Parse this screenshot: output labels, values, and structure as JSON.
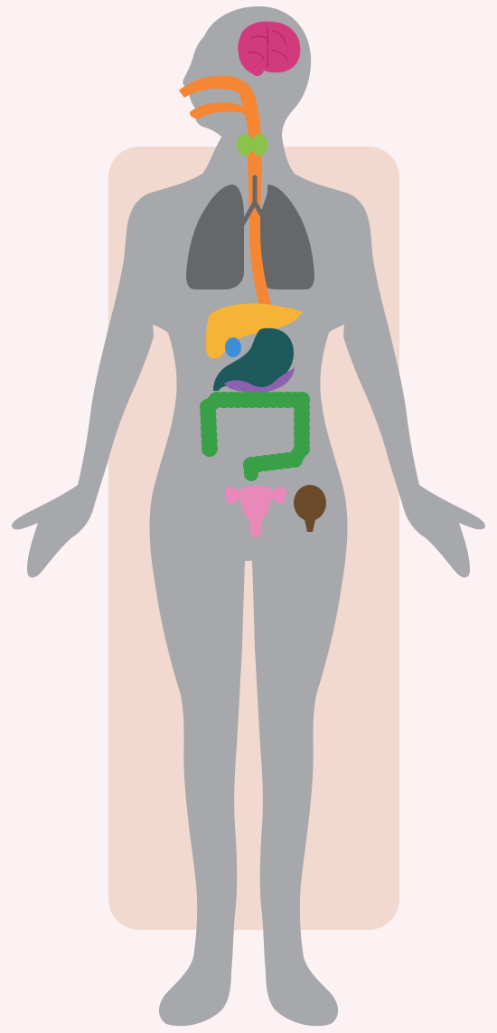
{
  "figure": {
    "labels": []
  },
  "colors": {
    "page_background": "#fcf2f4",
    "background_panel": "#f1d9cf",
    "body_silhouette": "#a7a8ab",
    "brain": "#d23a7e",
    "respiratory_tract": "#f58634",
    "thyroid": "#8bc34a",
    "lungs": "#666769",
    "liver": "#f7b335",
    "stomach": "#1e5a5c",
    "gallbladder": "#3b8ed8",
    "pancreas": "#8e61b0",
    "intestines": "#3aa047",
    "reproductive_organs": "#e889b9",
    "bladder": "#6b4a2b"
  },
  "organs": [
    {
      "key": "brain",
      "icon": "brain-icon"
    },
    {
      "key": "respiratory_tract",
      "icon": "airway-icon"
    },
    {
      "key": "thyroid",
      "icon": "thyroid-icon"
    },
    {
      "key": "lungs",
      "icon": "lungs-icon"
    },
    {
      "key": "liver",
      "icon": "liver-icon"
    },
    {
      "key": "gallbladder",
      "icon": "gallbladder-icon"
    },
    {
      "key": "stomach",
      "icon": "stomach-icon"
    },
    {
      "key": "pancreas",
      "icon": "pancreas-icon"
    },
    {
      "key": "intestines",
      "icon": "intestines-icon"
    },
    {
      "key": "reproductive_organs",
      "icon": "uterus-icon"
    },
    {
      "key": "bladder",
      "icon": "bladder-icon"
    }
  ]
}
